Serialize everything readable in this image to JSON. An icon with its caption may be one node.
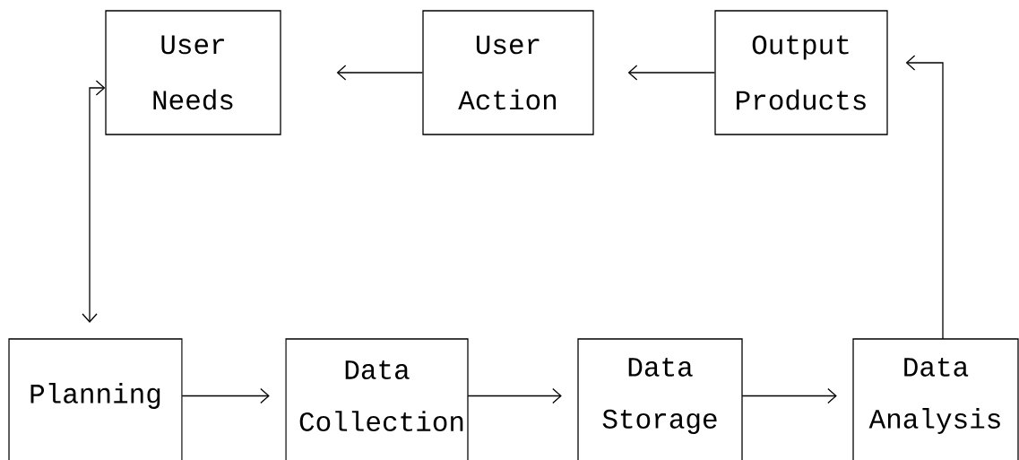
{
  "diagram": {
    "nodes": [
      {
        "text": [
          "User Needs"
        ]
      },
      {
        "text": [
          "User Action"
        ]
      },
      {
        "text": [
          "Output Products"
        ]
      },
      {
        "text": [
          "Planning"
        ]
      },
      {
        "text": [
          "Data Collection"
        ]
      },
      {
        "text": [
          "Data Storage"
        ]
      },
      {
        "text": [
          "Data Analysis"
        ]
      }
    ],
    "edges": [
      {
        "from": 3,
        "to": 4,
        "arrow": "to"
      },
      {
        "from": 4,
        "to": 5,
        "arrow": "to"
      },
      {
        "from": 5,
        "to": 6,
        "arrow": "to"
      },
      {
        "from": 6,
        "to": 2,
        "arrow": "to"
      },
      {
        "from": 2,
        "to": 1,
        "arrow": "to"
      },
      {
        "from": 1,
        "to": 0,
        "arrow": "to"
      },
      {
        "from": 0,
        "to": 3,
        "arrow": "both"
      }
    ]
  }
}
